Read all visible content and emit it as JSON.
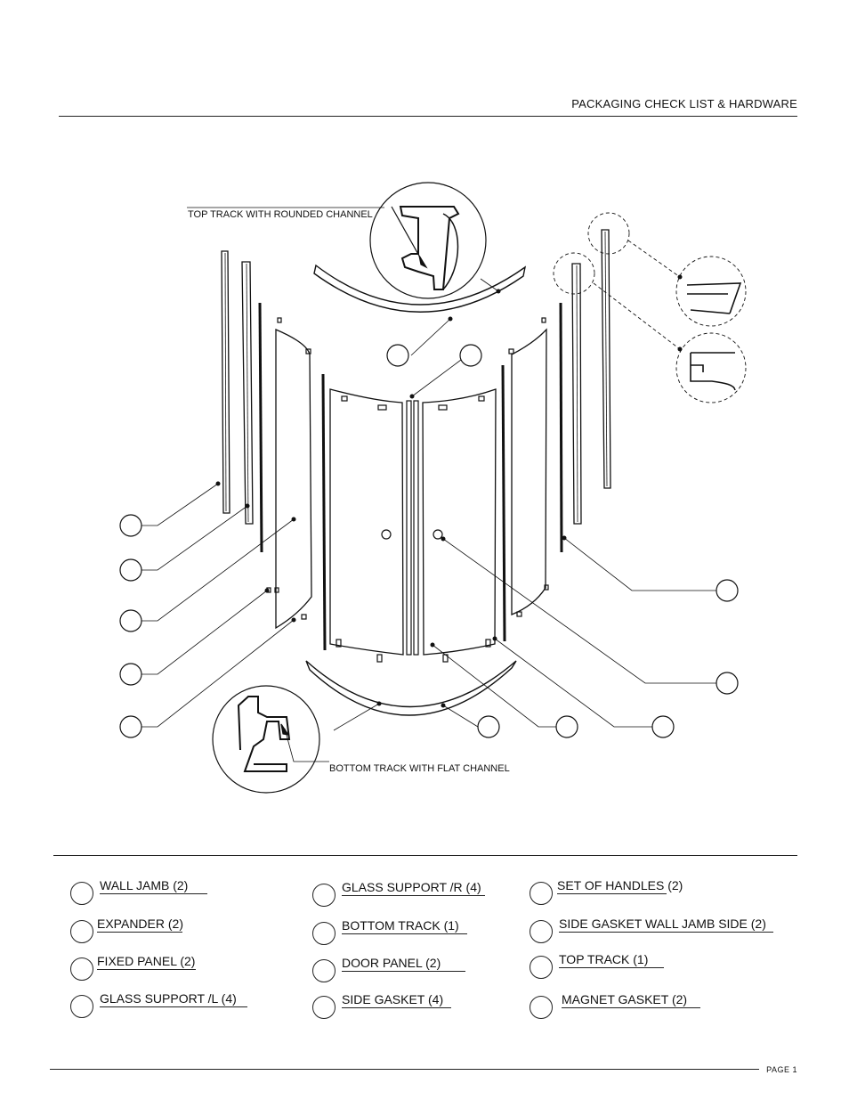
{
  "header": {
    "title": "PACKAGING CHECK LIST & HARDWARE"
  },
  "diagram": {
    "top_track_label": "TOP TRACK WITH ROUNDED CHANNEL",
    "bottom_track_label": "BOTTOM TRACK WITH FLAT CHANNEL"
  },
  "legend": {
    "col1": [
      "WALL JAMB (2)",
      "EXPANDER  (2)",
      "FIXED PANEL (2)",
      "GLASS SUPPORT /L (4)"
    ],
    "col2": [
      "GLASS SUPPORT /R (4)",
      " BOTTOM TRACK (1)",
      "DOOR PANEL (2)",
      "SIDE GASKET (4)"
    ],
    "col3": [
      "SET OF HANDLES (2)",
      "SIDE GASKET WALL JAMB SIDE (2)",
      "TOP TRACK (1)",
      "MAGNET GASKET (2)"
    ]
  },
  "footer": {
    "page": "PAGE 1"
  }
}
